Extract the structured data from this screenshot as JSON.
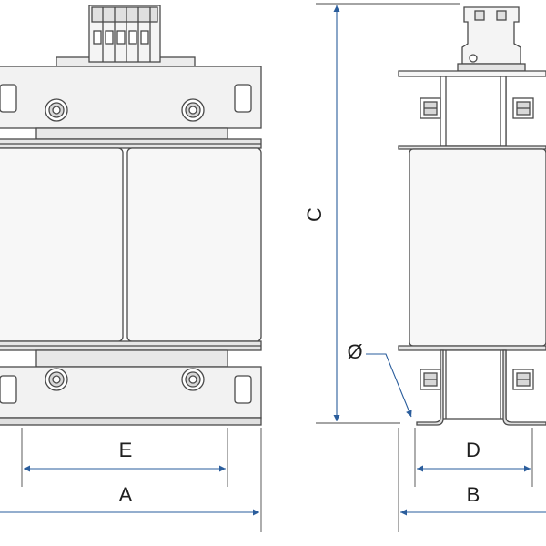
{
  "dimensions": {
    "A": "A",
    "B": "B",
    "C": "C",
    "D": "D",
    "E": "E",
    "diameter": "Ø"
  },
  "colors": {
    "outline": "#4a4a4a",
    "fill": "#f2f2f2",
    "fill_dark": "#e3e3e3",
    "dimension_line": "#2a5d9c",
    "label": "#1f1f1f"
  }
}
